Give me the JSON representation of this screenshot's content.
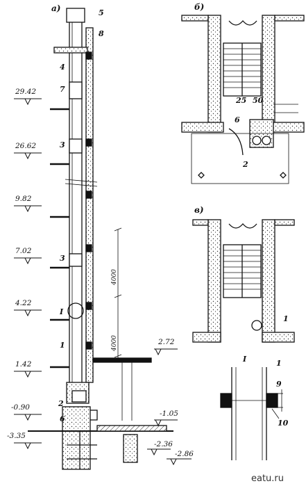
{
  "sections": {
    "a": "а)",
    "b": "б)",
    "v": "в)"
  },
  "elevations": [
    "29.42",
    "26.62",
    "9.82",
    "7.02",
    "4.22",
    "1.42",
    "-0.90",
    "-3.35",
    "2.72",
    "-1.05",
    "-2.36",
    "-2.86"
  ],
  "callouts": {
    "c5": "5",
    "c8": "8",
    "c4": "4",
    "c7": "7",
    "c3a": "3",
    "c3b": "3",
    "cI": "I",
    "c1": "1",
    "c2": "2",
    "c6": "6",
    "b25": "25",
    "b50": "50",
    "b6": "6",
    "b2": "2",
    "v1": "1",
    "dI": "I",
    "d1": "1",
    "d9": "9",
    "d10": "10"
  },
  "dimensions": {
    "upper": "4000",
    "lower": "4000"
  },
  "watermark": "eatu.ru"
}
